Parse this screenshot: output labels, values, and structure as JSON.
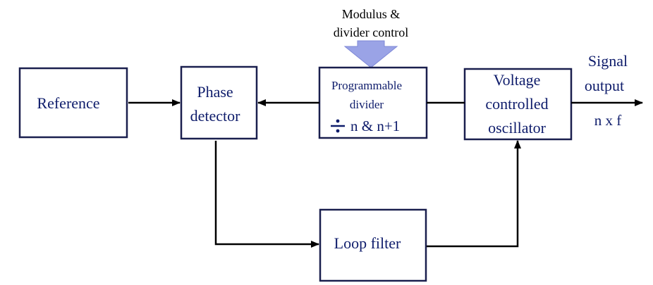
{
  "blocks": {
    "reference": "Reference",
    "phase_detector": [
      "Phase",
      "detector"
    ],
    "programmable_divider": [
      "Programmable",
      "divider"
    ],
    "divider_ratio": "n & n+1",
    "vco": [
      "Voltage",
      "controlled",
      "oscillator"
    ],
    "loop_filter": "Loop filter"
  },
  "control_input": [
    "Modulus &",
    "divider control"
  ],
  "output": {
    "label": [
      "Signal",
      "output"
    ],
    "value": "n x f"
  },
  "colors": {
    "text": "#0e1c6b",
    "box_border": "#1a1f4e",
    "control_arrow": "#9aa3e6"
  }
}
